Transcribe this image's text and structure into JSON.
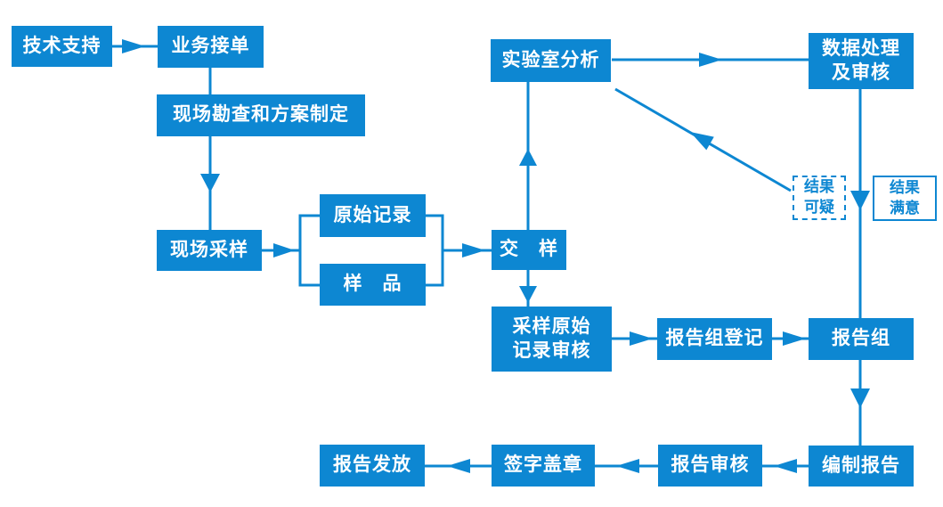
{
  "colors": {
    "accent": "#0d87d2",
    "background": "#ffffff",
    "node_text": "#ffffff"
  },
  "nodes": {
    "tech_support": {
      "label": "技术支持"
    },
    "order_intake": {
      "label": "业务接单"
    },
    "site_survey": {
      "label": "现场勘查和方案制定"
    },
    "field_sampling": {
      "label": "现场采样"
    },
    "original_records": {
      "label": "原始记录"
    },
    "sample": {
      "label": "样　品"
    },
    "sample_delivery": {
      "label": "交　样"
    },
    "lab_analysis": {
      "label": "实验室分析"
    },
    "data_processing": {
      "label": "数据处理\n及审核"
    },
    "sampling_record_review": {
      "label": "采样原始\n记录审核"
    },
    "report_group_registration": {
      "label": "报告组登记"
    },
    "report_group": {
      "label": "报告组"
    },
    "report_compilation": {
      "label": "编制报告"
    },
    "report_review": {
      "label": "报告审核"
    },
    "sign_and_seal": {
      "label": "签字盖章"
    },
    "report_issuance": {
      "label": "报告发放"
    },
    "result_suspect": {
      "label": "结果\n可疑"
    },
    "result_satisfactory": {
      "label": "结果\n满意"
    }
  },
  "edges": [
    {
      "from": "技术支持",
      "to": "业务接单"
    },
    {
      "from": "业务接单",
      "to": "现场勘查和方案制定"
    },
    {
      "from": "现场勘查和方案制定",
      "to": "现场采样"
    },
    {
      "from": "现场采样",
      "to": "原始记录"
    },
    {
      "from": "现场采样",
      "to": "样品"
    },
    {
      "from": "原始记录",
      "to": "交样"
    },
    {
      "from": "样品",
      "to": "交样"
    },
    {
      "from": "交样",
      "to": "实验室分析"
    },
    {
      "from": "实验室分析",
      "to": "数据处理及审核"
    },
    {
      "from": "数据处理及审核",
      "to": "实验室分析",
      "condition": "结果可疑"
    },
    {
      "from": "数据处理及审核",
      "to": "报告组",
      "condition": "结果满意"
    },
    {
      "from": "交样",
      "to": "采样原始记录审核"
    },
    {
      "from": "采样原始记录审核",
      "to": "报告组登记"
    },
    {
      "from": "报告组登记",
      "to": "报告组"
    },
    {
      "from": "报告组",
      "to": "编制报告"
    },
    {
      "from": "编制报告",
      "to": "报告审核"
    },
    {
      "from": "报告审核",
      "to": "签字盖章"
    },
    {
      "from": "签字盖章",
      "to": "报告发放"
    }
  ]
}
